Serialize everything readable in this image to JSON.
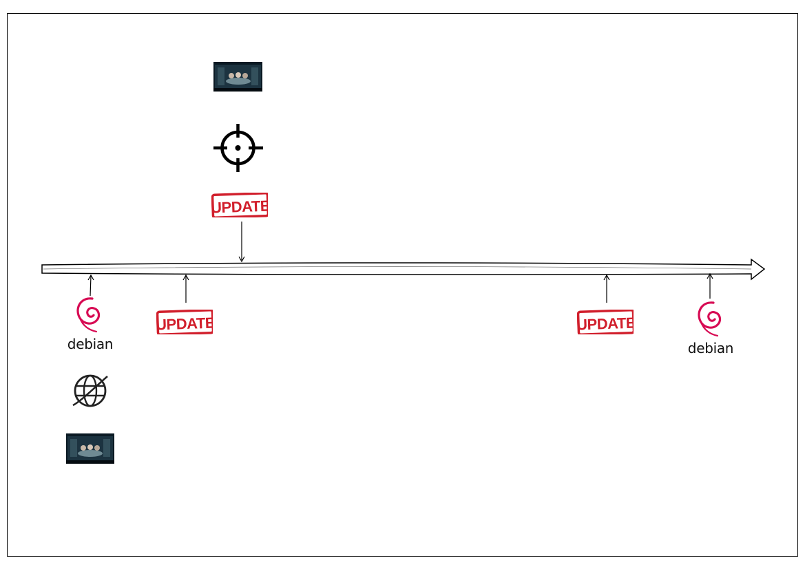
{
  "timeline": {
    "stamps": [
      {
        "id": "top",
        "text": "UPDATE"
      },
      {
        "id": "below-left",
        "text": "UPDATE"
      },
      {
        "id": "below-right",
        "text": "UPDATE"
      }
    ],
    "debian_left": {
      "wordmark": "debian"
    },
    "debian_right": {
      "wordmark": "debian"
    },
    "icons": [
      "video-thumbnail-icon",
      "crosshair-icon",
      "globe-icon",
      "debian-swirl-icon"
    ],
    "colors": {
      "stamp_red": "#d11f2c",
      "debian_red": "#d70a53",
      "thumb_dark": "#0b1a24"
    }
  }
}
